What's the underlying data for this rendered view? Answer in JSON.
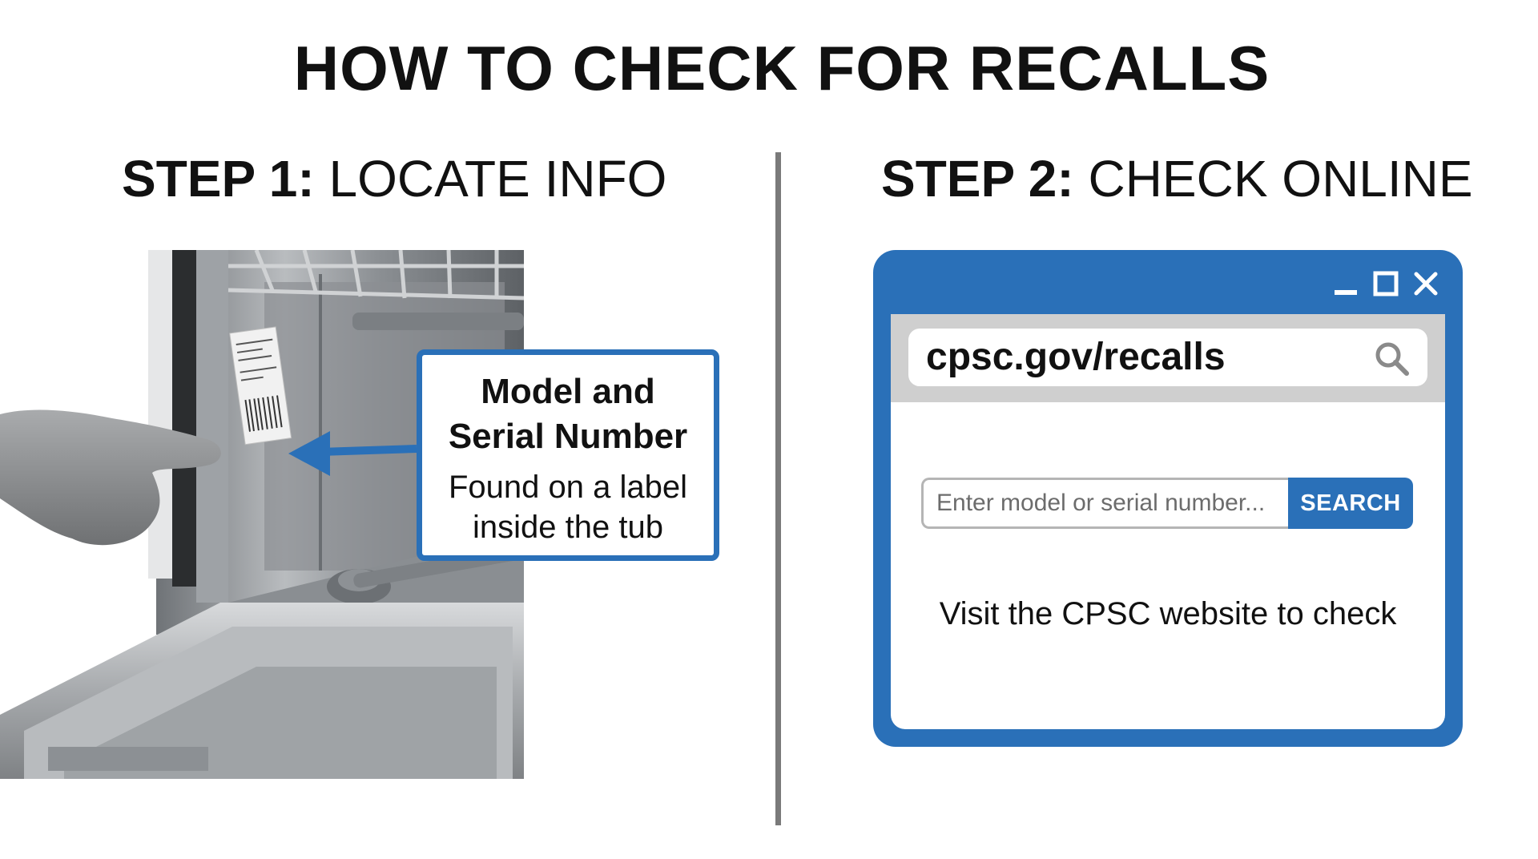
{
  "title": "HOW TO CHECK FOR RECALLS",
  "step1": {
    "prefix": "STEP 1:",
    "label": "LOCATE INFO"
  },
  "step2": {
    "prefix": "STEP 2:",
    "label": "CHECK ONLINE"
  },
  "callout": {
    "title_line1": "Model and",
    "title_line2": "Serial Number",
    "desc_line1": "Found on a label",
    "desc_line2": "inside the tub"
  },
  "browser": {
    "address": "cpsc.gov/recalls",
    "search_placeholder": "Enter model or serial number...",
    "search_button": "SEARCH",
    "visit_text": "Visit the CPSC website to check",
    "accent_color": "#2a70b8"
  },
  "icons": [
    "minimize-icon",
    "maximize-icon",
    "close-icon",
    "search-icon",
    "arrow-left-icon"
  ]
}
